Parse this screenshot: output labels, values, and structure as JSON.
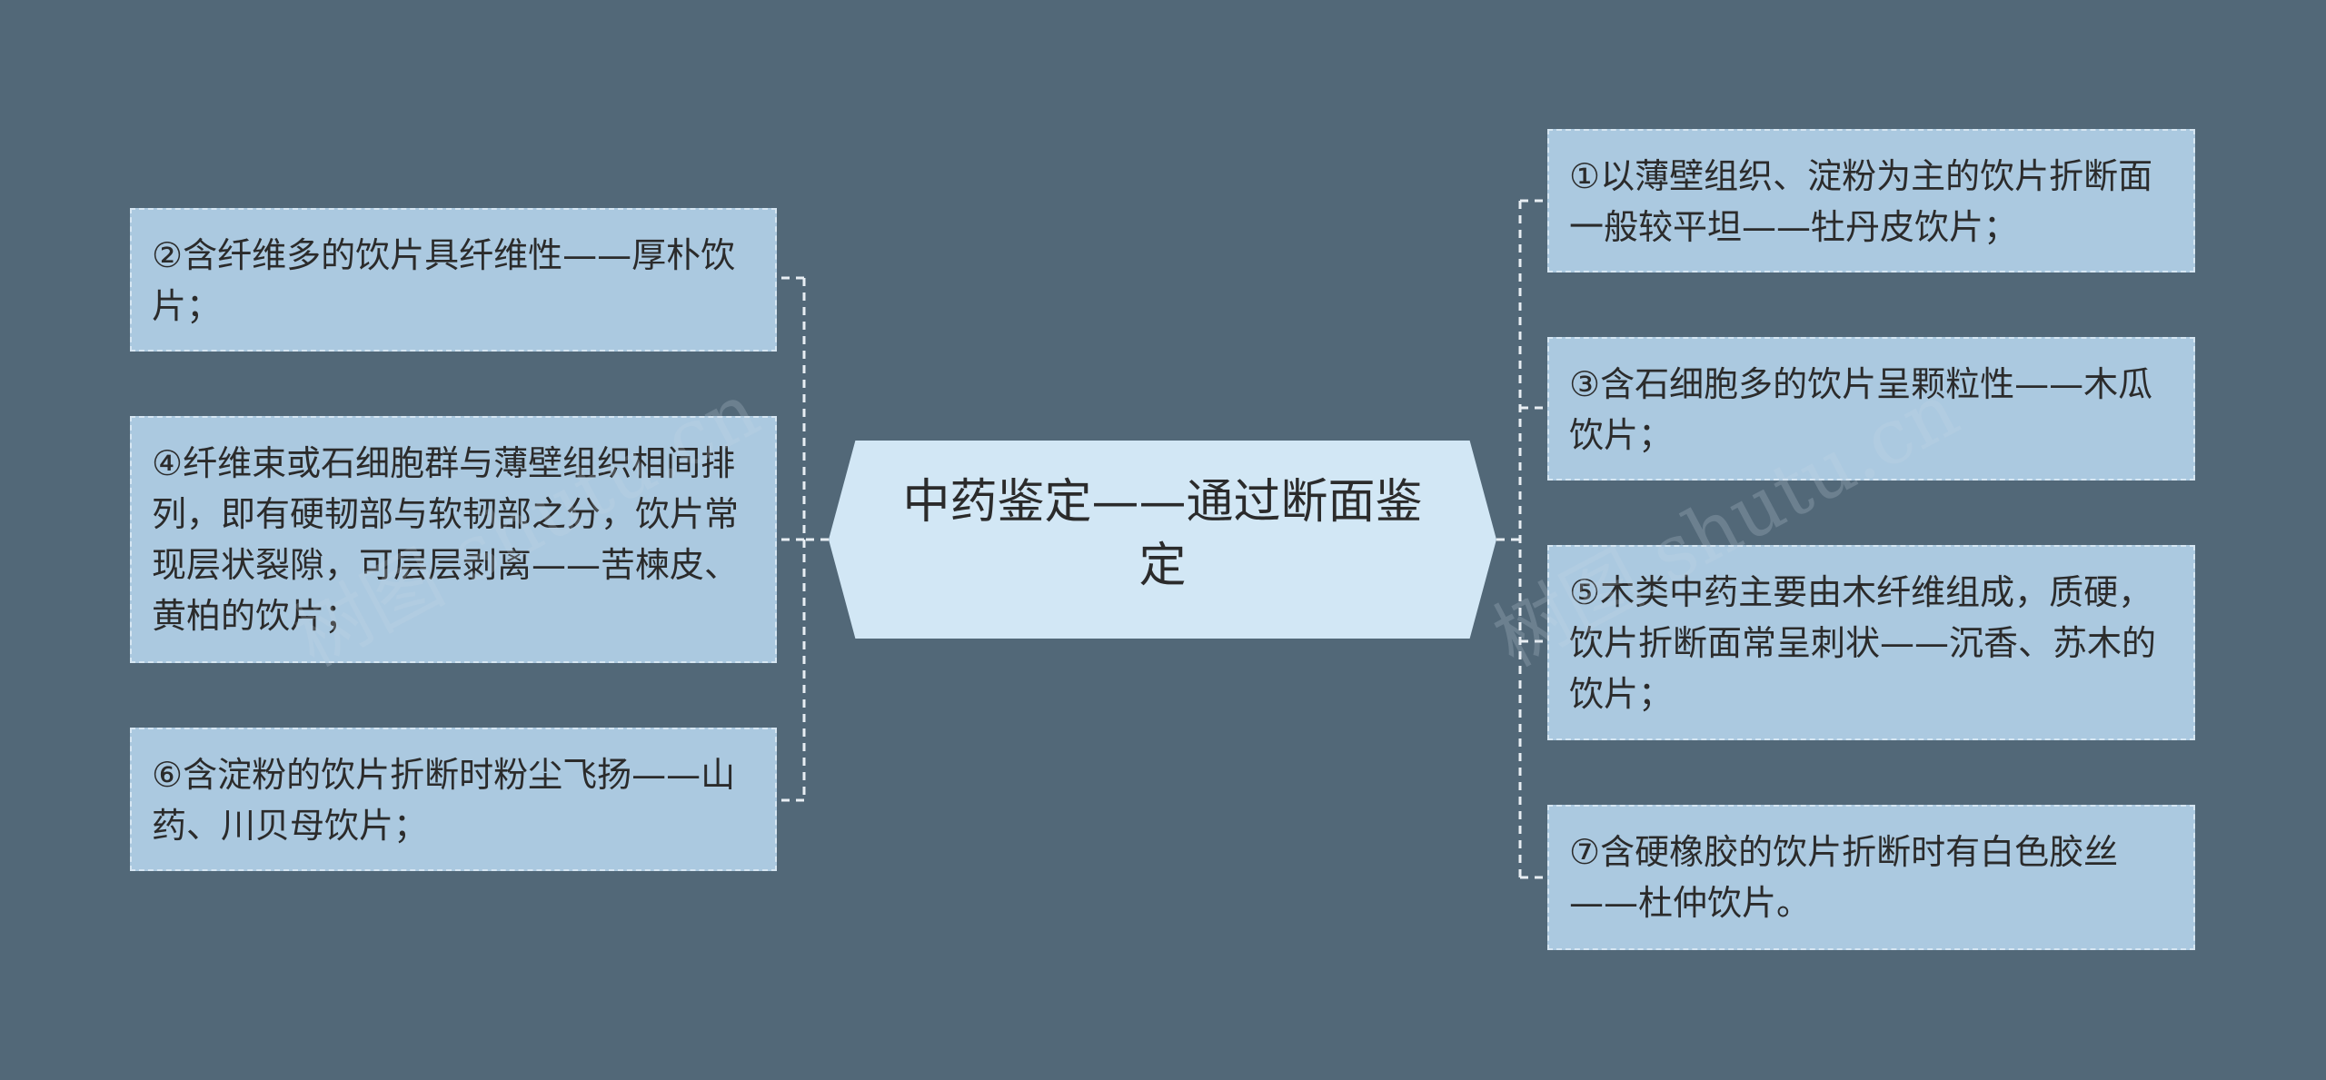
{
  "central": "中药鉴定——通过断面鉴定",
  "left_nodes": [
    "②含纤维多的饮片具纤维性——厚朴饮片；",
    "④纤维束或石细胞群与薄壁组织相间排列，即有硬韧部与软韧部之分，饮片常现层状裂隙，可层层剥离——苦楝皮、黄柏的饮片；",
    "⑥含淀粉的饮片折断时粉尘飞扬——山药、川贝母饮片；"
  ],
  "right_nodes": [
    "①以薄壁组织、淀粉为主的饮片折断面一般较平坦——牡丹皮饮片；",
    "③含石细胞多的饮片呈颗粒性——木瓜饮片；",
    "⑤木类中药主要由木纤维组成，质硬，饮片折断面常呈刺状——沉香、苏木的饮片；",
    "⑦含硬橡胶的饮片折断时有白色胶丝——杜仲饮片。"
  ],
  "watermarks": [
    "树图 shutu.cn",
    "树图 shutu.cn"
  ],
  "colors": {
    "background": "#526878",
    "node_fill": "#abc9e0",
    "central_fill": "#d2e7f5",
    "connector": "#e8eef3"
  }
}
